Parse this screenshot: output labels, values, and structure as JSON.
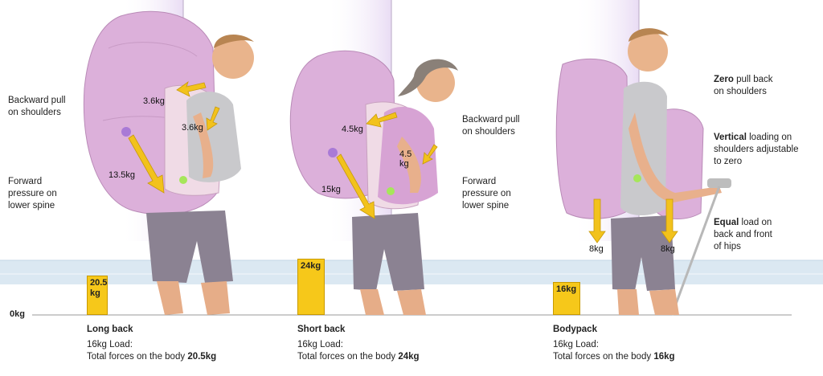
{
  "colors": {
    "pack": "#d9a6d6",
    "pack_dark": "#b77fb4",
    "arrow": "#f2c21c",
    "arrow_dark": "#c89a0a",
    "band": "#dbe8f2",
    "purple_bg": "#efe3f6"
  },
  "axis_label": "0kg",
  "panels": [
    {
      "name": "long-back",
      "left_label_top": "Backward pull\non shoulders",
      "left_label_bottom": "Forward\npressure on\nlower spine",
      "weights": [
        "3.6kg",
        "3.6kg",
        "13.5kg"
      ],
      "bar_label": "20.5\nkg",
      "bar_value": 20.5,
      "title": "Long back",
      "load": "16kg Load:",
      "total_prefix": "Total forces on the body ",
      "total_value": "20.5kg"
    },
    {
      "name": "short-back",
      "right_label_top": "Backward pull\non shoulders",
      "right_label_bottom": "Forward\npressure on\nlower spine",
      "weights": [
        "4.5kg",
        "4.5\nkg",
        "15kg"
      ],
      "bar_label": "24kg",
      "bar_value": 24,
      "title": "Short back",
      "load": "16kg Load:",
      "total_prefix": "Total forces on the body ",
      "total_value": "24kg"
    },
    {
      "name": "bodypack",
      "notes": [
        {
          "bold": "Zero",
          "rest": " pull back\non shoulders"
        },
        {
          "bold": "Vertical",
          "rest": " loading on\nshoulders adjustable\nto zero"
        },
        {
          "bold": "Equal",
          "rest": " load on\nback and front\nof hips"
        }
      ],
      "weights": [
        "8kg",
        "8kg"
      ],
      "bar_label": "16kg",
      "bar_value": 16,
      "title": "Bodypack",
      "load": "16kg Load:",
      "total_prefix": "Total forces on the body ",
      "total_value": "16kg"
    }
  ]
}
